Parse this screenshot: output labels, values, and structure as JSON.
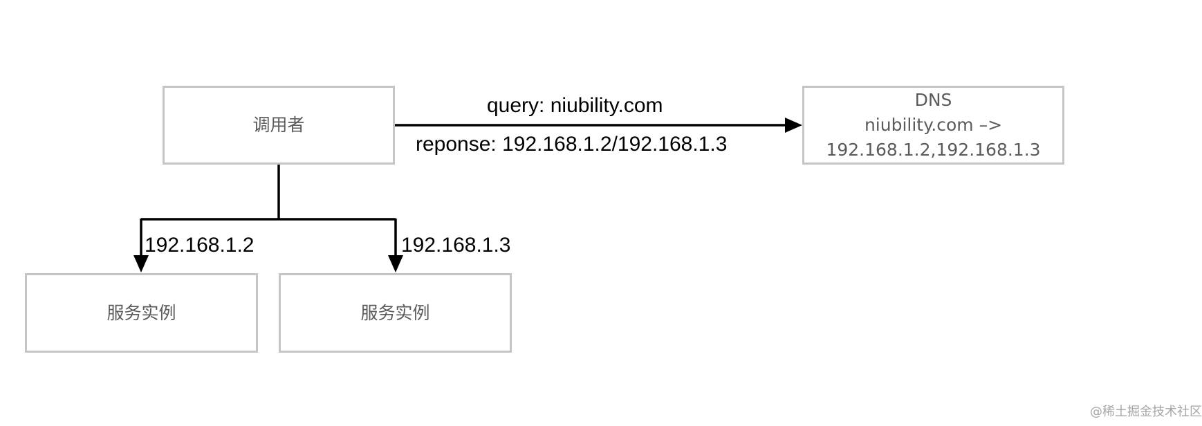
{
  "nodes": {
    "caller": {
      "label": "调用者"
    },
    "dns": {
      "lines": [
        "DNS",
        "niubility.com –>",
        "192.168.1.2,192.168.1.3"
      ]
    },
    "service_1": {
      "label": "服务实例"
    },
    "service_2": {
      "label": "服务实例"
    }
  },
  "edges": {
    "query": {
      "label": "query: niubility.com"
    },
    "response": {
      "label": "reponse: 192.168.1.2/192.168.1.3"
    },
    "to_service_1": {
      "label": "192.168.1.2"
    },
    "to_service_2": {
      "label": "192.168.1.3"
    }
  },
  "watermark": "@稀土掘金技术社区",
  "colors": {
    "node_border": "#c4c6c6",
    "node_text": "#5b5b5b",
    "edge": "#000000"
  }
}
